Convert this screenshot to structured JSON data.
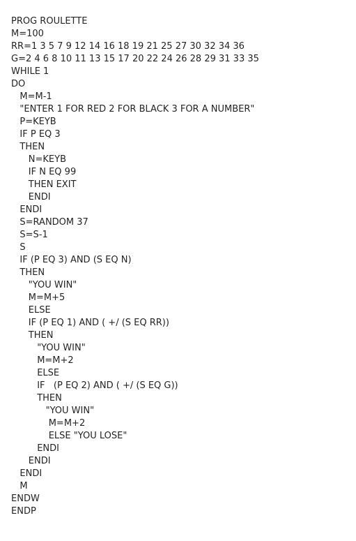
{
  "program": {
    "lines": [
      "PROG ROULETTE",
      "M=100",
      "RR=1 3 5 7 9 12 14 16 18 19 21 25 27 30 32 34 36",
      "G=2 4 6 8 10 11 13 15 17 20 22 24 26 28 29 31 33 35",
      "WHILE 1",
      "DO",
      "   M=M-1",
      "   \"ENTER 1 FOR RED 2 FOR BLACK 3 FOR A NUMBER\"",
      "   P=KEYB",
      "   IF P EQ 3",
      "   THEN",
      "      N=KEYB",
      "      IF N EQ 99",
      "      THEN EXIT",
      "      ENDI",
      "   ENDI",
      "   S=RANDOM 37",
      "   S=S-1",
      "   S",
      "   IF (P EQ 3) AND (S EQ N)",
      "   THEN",
      "      \"YOU WIN\"",
      "      M=M+5",
      "      ELSE",
      "      IF (P EQ 1) AND ( +/ (S EQ RR))",
      "      THEN",
      "         \"YOU WIN\"",
      "         M=M+2",
      "         ELSE",
      "         IF   (P EQ 2) AND ( +/ (S EQ G))",
      "         THEN",
      "            \"YOU WIN\"",
      "             M=M+2",
      "             ELSE \"YOU LOSE\"",
      "         ENDI",
      "      ENDI",
      "   ENDI",
      "   M",
      "ENDW",
      "ENDP"
    ]
  }
}
